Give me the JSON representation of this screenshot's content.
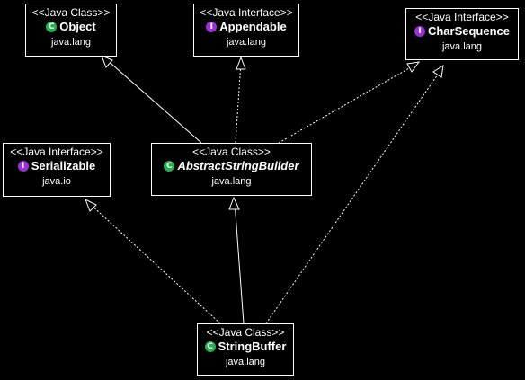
{
  "diagram": {
    "nodes": [
      {
        "id": "object",
        "stereotype": "<<Java Class>>",
        "kind": "class",
        "badge": "C",
        "name": "Object",
        "package": "java.lang",
        "italic": false
      },
      {
        "id": "appendable",
        "stereotype": "<<Java Interface>>",
        "kind": "interface",
        "badge": "I",
        "name": "Appendable",
        "package": "java.lang",
        "italic": false
      },
      {
        "id": "charsequence",
        "stereotype": "<<Java Interface>>",
        "kind": "interface",
        "badge": "I",
        "name": "CharSequence",
        "package": "java.lang",
        "italic": false
      },
      {
        "id": "serializable",
        "stereotype": "<<Java Interface>>",
        "kind": "interface",
        "badge": "I",
        "name": "Serializable",
        "package": "java.io",
        "italic": false
      },
      {
        "id": "asb",
        "stereotype": "<<Java Class>>",
        "kind": "abstract-class",
        "badge": "C",
        "name": "AbstractStringBuilder",
        "package": "java.lang",
        "italic": true
      },
      {
        "id": "stringbuffer",
        "stereotype": "<<Java Class>>",
        "kind": "class",
        "badge": "C",
        "name": "StringBuffer",
        "package": "java.lang",
        "italic": false
      }
    ],
    "edges": [
      {
        "from": "asb",
        "to": "object",
        "type": "extends"
      },
      {
        "from": "asb",
        "to": "appendable",
        "type": "implements"
      },
      {
        "from": "asb",
        "to": "charsequence",
        "type": "implements"
      },
      {
        "from": "stringbuffer",
        "to": "asb",
        "type": "extends"
      },
      {
        "from": "stringbuffer",
        "to": "serializable",
        "type": "implements"
      },
      {
        "from": "stringbuffer",
        "to": "charsequence",
        "type": "implements"
      }
    ],
    "colors": {
      "background": "#000000",
      "foreground": "#ffffff",
      "class_badge": "#22b14c",
      "interface_badge": "#9b30d9"
    }
  }
}
